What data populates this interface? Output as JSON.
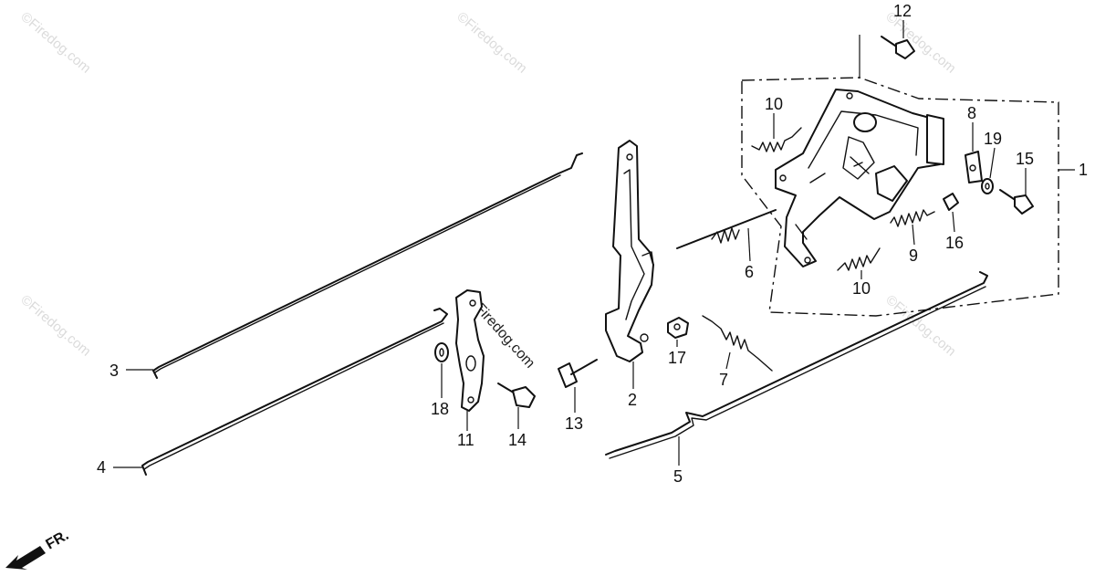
{
  "diagram": {
    "callouts": [
      "1",
      "2",
      "3",
      "4",
      "5",
      "6",
      "7",
      "8",
      "9",
      "10",
      "10",
      "11",
      "12",
      "13",
      "14",
      "15",
      "16",
      "17",
      "18",
      "19"
    ],
    "direction_label": "FR.",
    "watermark": "©Firedog.com",
    "inline_watermark": "Firedog.com"
  }
}
